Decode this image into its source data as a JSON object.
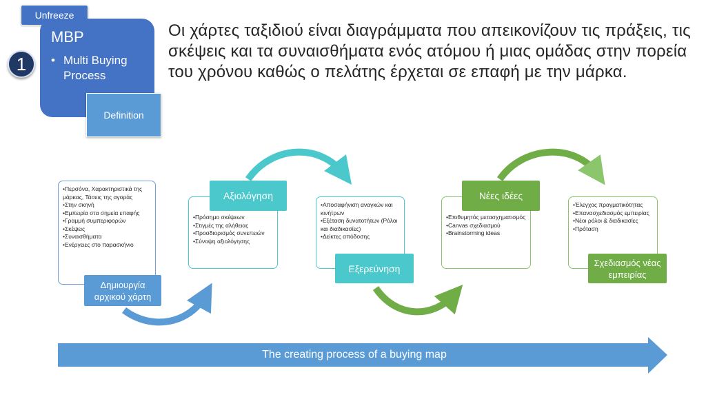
{
  "header": {
    "unfreeze_label": "Unfreeze",
    "step_number": "1",
    "mbp_title": "MBP",
    "mbp_bullet": "Multi Buying Process",
    "definition_label": "Definition"
  },
  "intro_text": "Οι χάρτες ταξιδιού είναι διαγράμματα που απεικονίζουν τις πράξεις, τις σκέψεις και τα συναισθήματα ενός ατόμου ή μιας ομάδας στην πορεία του χρόνου καθώς ο πελάτης έρχεται σε επαφή με την μάρκα.",
  "steps": [
    {
      "label": "Δημιουργία αρχικού χάρτη",
      "color": "#5b9bd5",
      "items": [
        "•Περσόνα, Χαρακτηριστικά της μάρκας, Τάσεις της αγοράς",
        "•Στην σκηνή",
        "•Εμπειρία στα σημεία επαφής",
        "•Γραμμή συμπεριφορών",
        "•Σκέψεις",
        "•Συναισθήματα",
        "•Ενέργειες στο παρασκήνιο"
      ]
    },
    {
      "label": "Αξιολόγηση",
      "color": "#4bc8cc",
      "items": [
        "•Πρόσημο σκέψεων",
        "•Στιγμές της αλήθειας",
        "•Προσδιορισμός συνεπειών",
        "•Σύνοψη αξιολόγησης"
      ]
    },
    {
      "label": "Εξερεύνηση",
      "color": "#4bc8cc",
      "items": [
        "•Αποσαφήνιση αναγκών και κινήτρων",
        "•Εξέταση δυνατοτήτων (Ρόλοι και διαδικασίες)",
        "•Δείκτες απόδοσης"
      ]
    },
    {
      "label": "Νέες ιδέες",
      "color": "#70ad47",
      "items": [
        "•Επιθυμητός μετασχηματισμός",
        "•Canvas σχεδιασμού",
        "•Brainstorming ideas"
      ]
    },
    {
      "label": "Σχεδιασμός νέας εμπειρίας",
      "color": "#70ad47",
      "items": [
        "•Έλεγχος πραγματικότητας",
        "•Επανασχεδιασμός εμπειρίας",
        "•Νέοι ρόλοι & διαδικασίες",
        "•Πρόταση"
      ]
    }
  ],
  "process_arrow_label": "The creating process of a buying map",
  "colors": {
    "dark_blue": "#4472c4",
    "blue": "#5b9bd5",
    "teal": "#4bc8cc",
    "green": "#70ad47"
  }
}
